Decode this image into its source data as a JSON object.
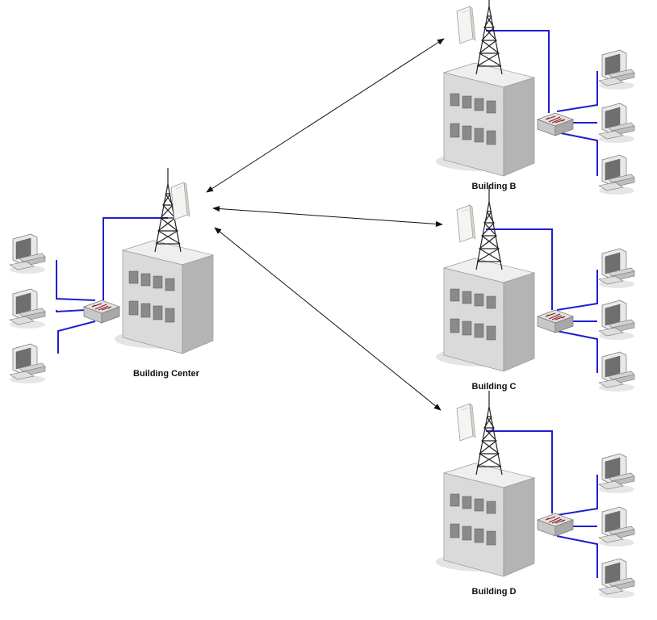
{
  "buildings": {
    "center": {
      "label": "Building Center"
    },
    "b": {
      "label": "Building B"
    },
    "c": {
      "label": "Building C"
    },
    "d": {
      "label": "Building D"
    }
  },
  "colors": {
    "cable": "#1f1fd0",
    "link_arrow": "#111111",
    "building_front": "#dcdcdc",
    "building_side": "#b8b8b8",
    "building_roof": "#eeeeee",
    "window": "#777777",
    "tower": "#222222"
  },
  "icons": [
    "building-icon",
    "radio-tower-icon",
    "wireless-access-point-icon",
    "network-switch-icon",
    "desktop-computer-icon"
  ]
}
